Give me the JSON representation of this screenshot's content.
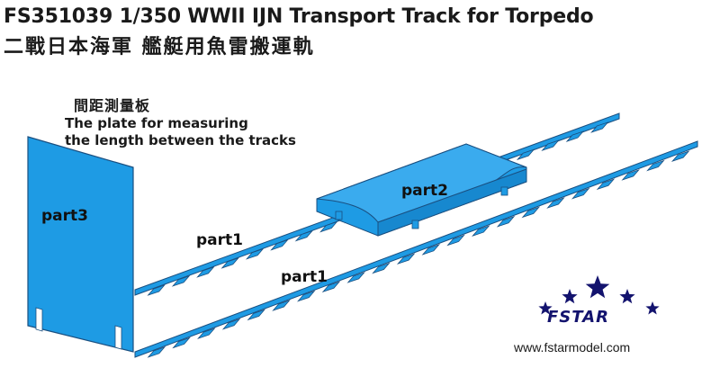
{
  "header": {
    "title_en": "FS351039 1/350 WWII IJN Transport Track for Torpedo",
    "title_zh": "二戰日本海軍 艦艇用魚雷搬運軌"
  },
  "note": {
    "zh": "間距測量板",
    "en_line1": "The plate for measuring",
    "en_line2": "the length between the tracks"
  },
  "parts": {
    "part1_upper": "part1",
    "part1_lower": "part1",
    "part2": "part2",
    "part3": "part3"
  },
  "brand": {
    "name": "FSTAR",
    "url": "www.fstarmodel.com"
  },
  "colors": {
    "part_fill": "#1e9be4",
    "part_stroke": "#1a4f80",
    "brand_navy": "#13136e"
  }
}
